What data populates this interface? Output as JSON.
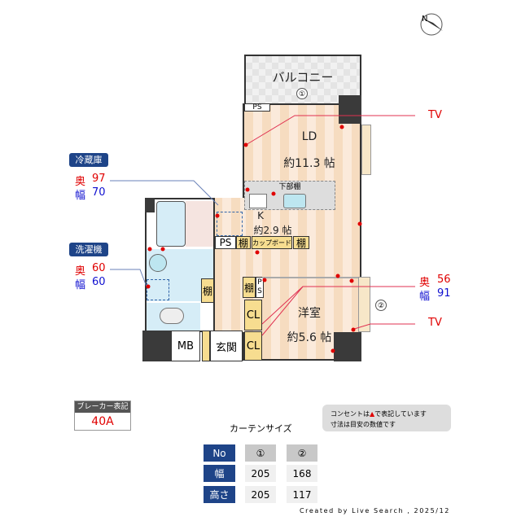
{
  "rooms": {
    "balcony": "バルコニー",
    "ld": "LD",
    "ld_size": "約11.3 帖",
    "k": "K",
    "k_size": "約2.9 帖",
    "western": "洋室",
    "western_size": "約5.6 帖",
    "entrance": "玄関",
    "mb": "MB",
    "ps": "PS",
    "ps2_top": "P",
    "ps2_bottom": "S",
    "shelf": "棚",
    "cupboard": "カップボード",
    "lower_shelf": "下部棚",
    "cl": "CL",
    "window1": "①",
    "window2": "②"
  },
  "tv_label": "TV",
  "fridge": {
    "title": "冷蔵庫",
    "depth_label": "奥",
    "depth": "97",
    "width_label": "幅",
    "width": "70"
  },
  "washer": {
    "title": "洗濯機",
    "depth_label": "奥",
    "depth": "60",
    "width_label": "幅",
    "width": "60"
  },
  "window2_dims": {
    "depth_label": "奥",
    "depth": "56",
    "width_label": "幅",
    "width": "91"
  },
  "breaker": {
    "title": "ブレーカー表記",
    "value": "40A"
  },
  "notes": {
    "line1_a": "コンセントは",
    "line1_b": "で表記しています",
    "line2": "寸法は目安の数値です"
  },
  "curtain": {
    "title": "カーテンサイズ",
    "headers": [
      "No",
      "①",
      "②"
    ],
    "rows": [
      {
        "label": "幅",
        "values": [
          "205",
          "168"
        ]
      },
      {
        "label": "高さ",
        "values": [
          "205",
          "117"
        ]
      }
    ]
  },
  "credit": "Created by Live Search , 2025/12",
  "compass": "N",
  "colors": {
    "outlet": "#e00000",
    "accent": "#1e4488"
  }
}
